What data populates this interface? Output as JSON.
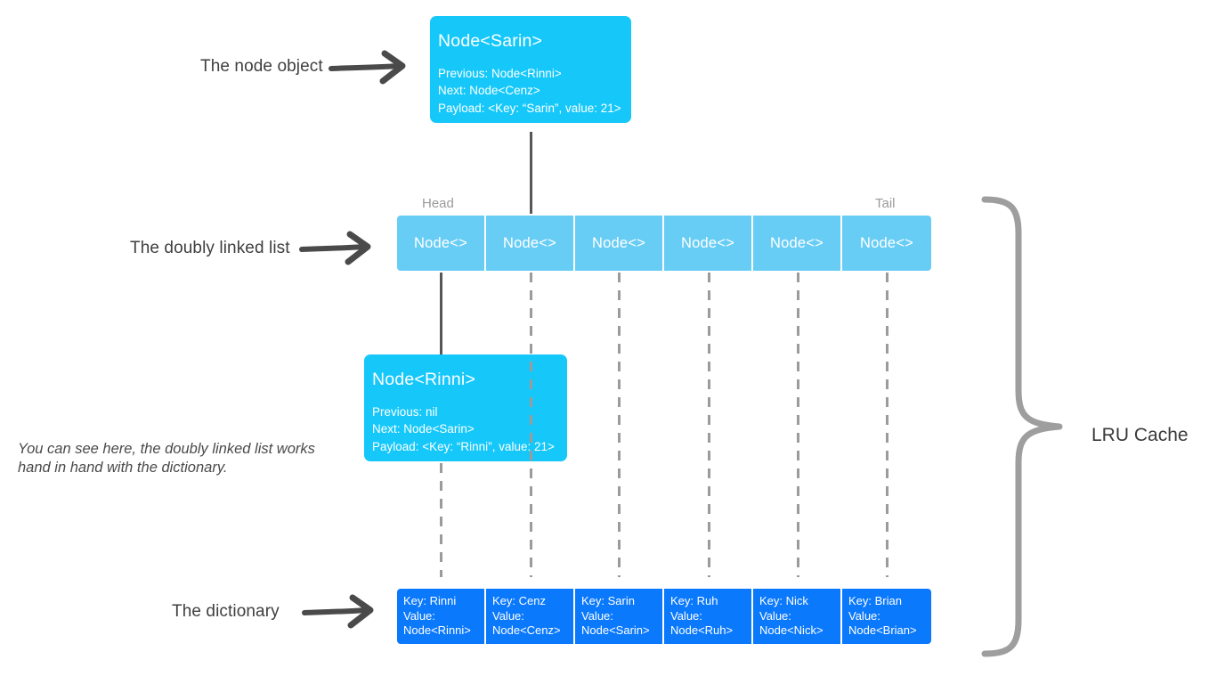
{
  "annotations": {
    "node_object": "The node object",
    "linked_list": "The doubly linked list",
    "dictionary": "The dictionary",
    "lru_cache": "LRU Cache",
    "caption": "You can see here, the doubly linked list works hand in hand with the dictionary."
  },
  "node_cards": [
    {
      "id": "sarin",
      "title": "Node<Sarin>",
      "previous": "Previous: Node<Rinni>",
      "next": "Next: Node<Cenz>",
      "payload": "Payload: <Key: “Sarin”, value: 21>"
    },
    {
      "id": "rinni",
      "title": "Node<Rinni>",
      "previous": "Previous: nil",
      "next": "Next: Node<Sarin>",
      "payload": "Payload: <Key: “Rinni”, value: 21>"
    }
  ],
  "linked_list": {
    "head_label": "Head",
    "tail_label": "Tail",
    "cells": [
      {
        "label": "Node<>"
      },
      {
        "label": "Node<>"
      },
      {
        "label": "Node<>"
      },
      {
        "label": "Node<>"
      },
      {
        "label": "Node<>"
      },
      {
        "label": "Node<>"
      }
    ]
  },
  "dictionary": {
    "entries": [
      {
        "key": "Key: Rinni",
        "value_label": "Value:",
        "value": "Node<Rinni>"
      },
      {
        "key": "Key: Cenz",
        "value_label": "Value:",
        "value": "Node<Cenz>"
      },
      {
        "key": "Key: Sarin",
        "value_label": "Value:",
        "value": "Node<Sarin>"
      },
      {
        "key": "Key: Ruh",
        "value_label": "Value:",
        "value": "Node<Ruh>"
      },
      {
        "key": "Key: Nick",
        "value_label": "Value:",
        "value": "Node<Nick>"
      },
      {
        "key": "Key: Brian",
        "value_label": "Value:",
        "value": "Node<Brian>"
      }
    ]
  },
  "colors": {
    "node_card": "#16c8fa",
    "linked_list_cell": "#68cdf5",
    "dictionary_cell": "#0b79fc",
    "arrow": "#4a4a4a",
    "brace": "#9e9e9e",
    "dashed_line": "#9b9b9b",
    "solid_line": "#575757",
    "background": "#ffffff"
  }
}
